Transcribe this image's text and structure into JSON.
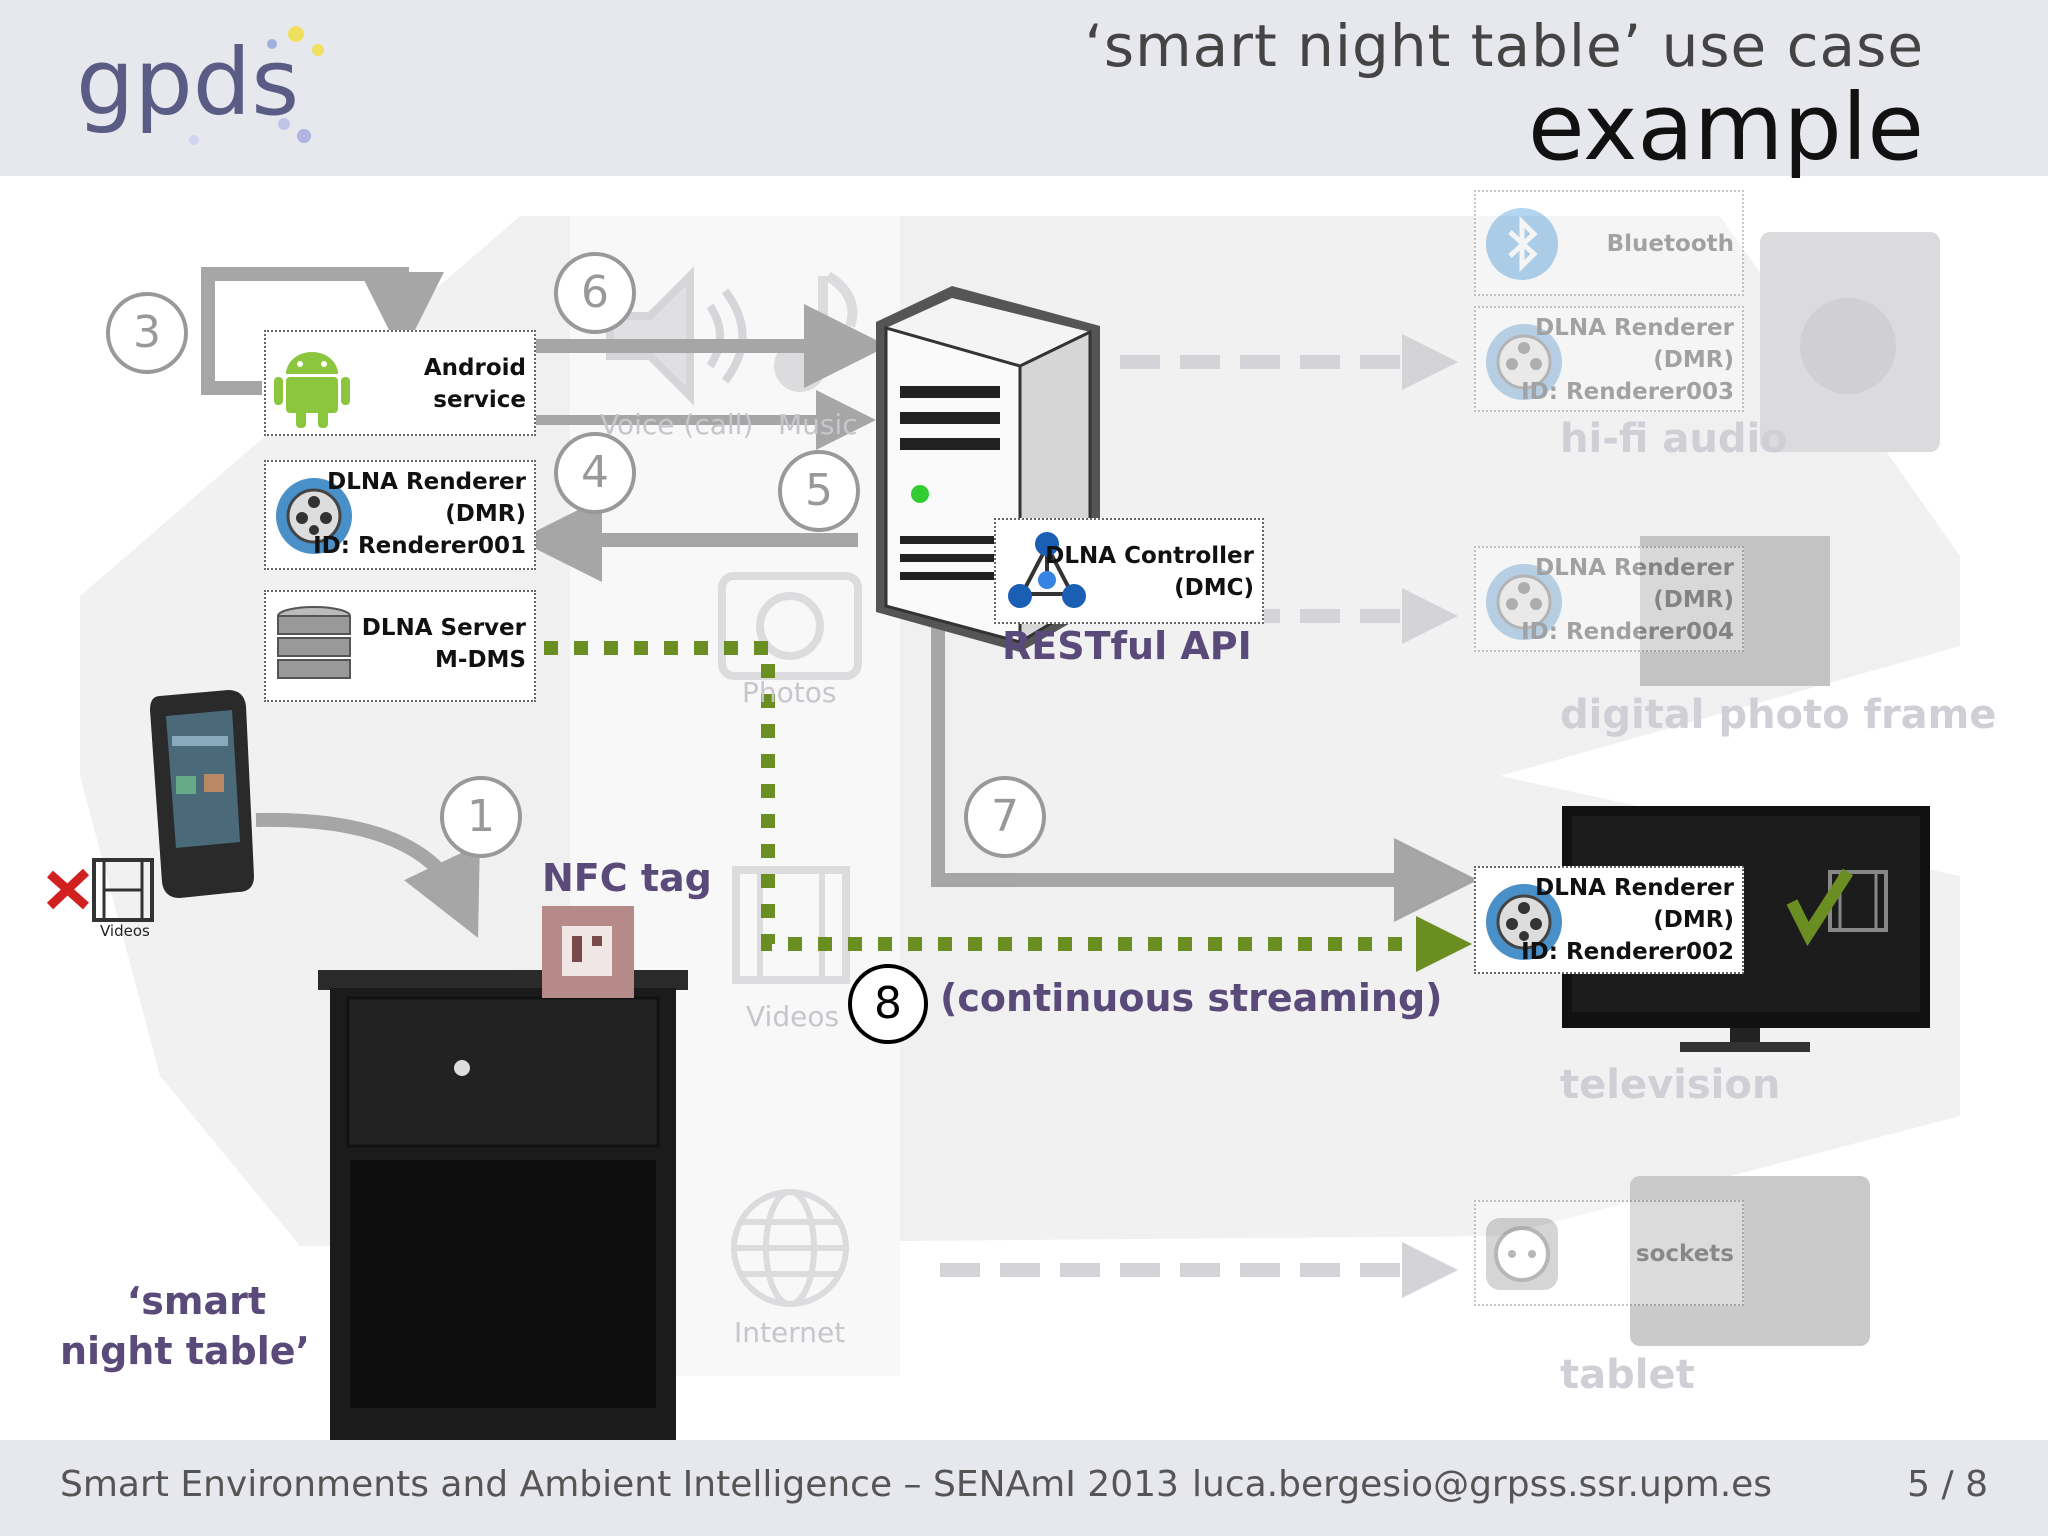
{
  "header": {
    "logo_text": "gpds",
    "title_line1": "‘smart night table’ use case",
    "title_line2": "example"
  },
  "footer": {
    "conference": "Smart Environments and Ambient Intelligence – SENAmI 2013",
    "email": "luca.bergesio@grpss.ssr.upm.es",
    "page": "5 / 8"
  },
  "phone_box": {
    "android": {
      "line1": "Android",
      "line2": "service"
    },
    "renderer": {
      "line1": "DLNA Renderer",
      "line2": "(DMR)",
      "line3": "ID: Renderer001"
    },
    "server": {
      "line1": "DLNA Server",
      "line2": "M-DMS"
    }
  },
  "phone_caption": "Videos",
  "controller": {
    "line1": "DLNA Controller",
    "line2": "(DMC)"
  },
  "restful_api": "RESTful API",
  "nfc_tag": "NFC tag",
  "night_table": {
    "line1": "‘smart",
    "line2": "night table’"
  },
  "continuous_streaming": "(continuous streaming)",
  "steps": [
    "1",
    "3",
    "4",
    "5",
    "6",
    "7",
    "8"
  ],
  "background_labels": {
    "voice": "Voice (call)",
    "music": "Music",
    "photos": "Photos",
    "videos": "Videos",
    "internet": "Internet"
  },
  "devices": {
    "bluetooth": "Bluetooth",
    "hifi_renderer": {
      "line1": "DLNA Renderer",
      "line2": "(DMR)",
      "line3": "ID: Renderer003"
    },
    "hifi_label": "hi-fi audio",
    "photo_renderer": {
      "line1": "DLNA Renderer",
      "line2": "(DMR)",
      "line3": "ID: Renderer004"
    },
    "photo_label": "digital photo frame",
    "tv_renderer": {
      "line1": "DLNA Renderer",
      "line2": "(DMR)",
      "line3": "ID: Renderer002"
    },
    "tv_label": "television",
    "sockets": "sockets",
    "tablet_label": "tablet"
  },
  "colors": {
    "gray_arrow": "#a6a6a6",
    "green_dotted": "#6b8e23",
    "purple_text": "#5a4a7a",
    "header_bg": "#e7e7ee"
  }
}
